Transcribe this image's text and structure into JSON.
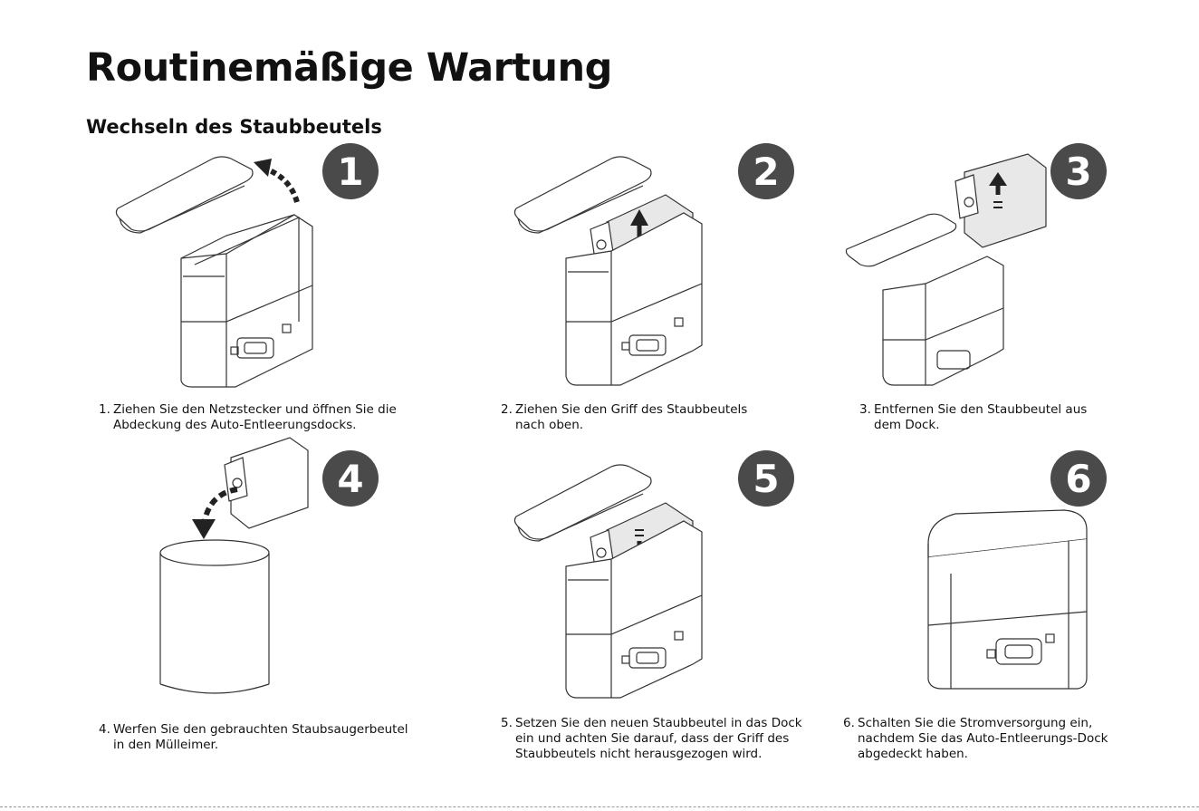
{
  "title": "Routinemäßige Wartung",
  "subtitle": "Wechseln des Staubbeutels",
  "steps": [
    {
      "badge": "1",
      "number": "1.",
      "lines": [
        "Ziehen Sie den Netzstecker und öffnen Sie die",
        "Abdeckung des Auto-Entleerungsdocks."
      ]
    },
    {
      "badge": "2",
      "number": "2.",
      "lines": [
        "Ziehen Sie den Griff des Staubbeutels",
        "nach oben."
      ]
    },
    {
      "badge": "3",
      "number": "3.",
      "lines": [
        "Entfernen Sie den Staubbeutel aus",
        "dem Dock."
      ]
    },
    {
      "badge": "4",
      "number": "4.",
      "lines": [
        "Werfen Sie den gebrauchten Staubsaugerbeutel",
        "in den Mülleimer."
      ]
    },
    {
      "badge": "5",
      "number": "5.",
      "lines": [
        "Setzen Sie den neuen Staubbeutel in das Dock",
        "ein und achten Sie darauf, dass der Griff des",
        "Staubbeutels nicht herausgezogen wird."
      ]
    },
    {
      "badge": "6",
      "number": "6.",
      "lines": [
        "Schalten Sie die Stromversorgung ein,",
        "nachdem Sie das Auto-Entleerungs-Dock",
        "abgedeckt haben."
      ]
    }
  ]
}
